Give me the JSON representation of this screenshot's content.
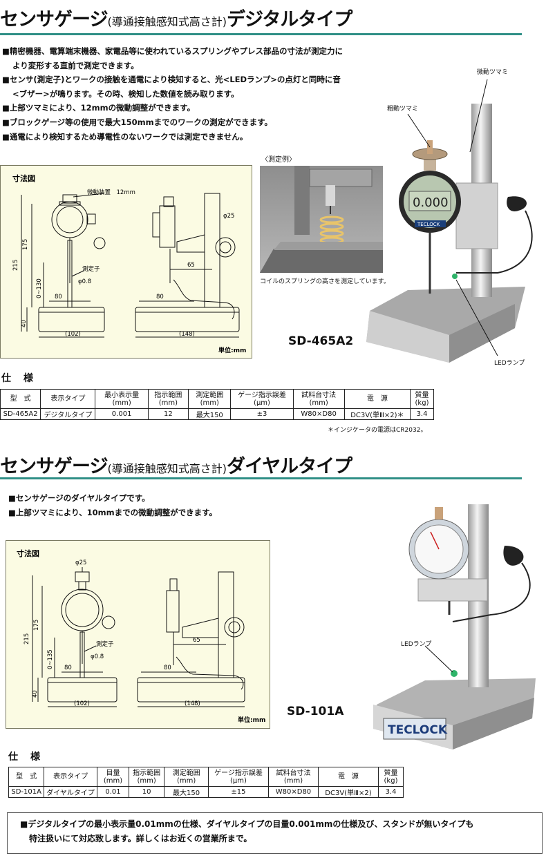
{
  "section1": {
    "title_main": "センサゲージ",
    "title_sub": "(導通接触感知式高さ計)",
    "title_type": "デジタルタイプ",
    "bullets": [
      "■精密機器、電算端末機器、家電品等に使われているスプリングやプレス部品の寸法が測定力に",
      "より変形する直前で測定できます。",
      "■センサ(測定子)とワークの接触を通電により検知すると、光<LEDランプ>の点灯と同時に音",
      "<ブザー>が鳴ります。その時、検知した数値を読み取ります。",
      "■上部ツマミにより、12mmの微動調整ができます。",
      "■ブロックゲージ等の使用で最大150mmまでのワークの測定ができます。",
      "■通電により検知するため導電性のないワークでは測定できません。"
    ],
    "diagram": {
      "label": "寸法図",
      "fine_adjust": "微動装置　12mm",
      "probe": "測定子",
      "probe_dia": "φ0.8",
      "col_dia": "φ25",
      "d175": "175",
      "d215": "215",
      "d0130": "0~130",
      "d40": "40",
      "d80a": "80",
      "d80b": "80",
      "d65": "65",
      "d102": "(102)",
      "d148": "(148)",
      "unit": "単位:mm"
    },
    "example": {
      "label": "〈測定例〉",
      "caption": "コイルのスプリングの高さを測定しています。"
    },
    "photo": {
      "fine_knob": "微動ツマミ",
      "coarse_knob": "粗動ツマミ",
      "led": "LEDランプ",
      "display": "0.000",
      "brand": "TECLOCK"
    },
    "model": "SD-465A2",
    "spec_title": "仕　様",
    "spec_headers": [
      "型　式",
      "表示タイプ",
      "最小表示量\n(mm)",
      "指示範囲\n(mm)",
      "測定範囲\n(mm)",
      "ゲージ指示誤差\n(μm)",
      "試料台寸法\n(mm)",
      "電　源",
      "質量\n(kg)"
    ],
    "spec_row": [
      "SD-465A2",
      "デジタルタイプ",
      "0.001",
      "12",
      "最大150",
      "±3",
      "W80×D80",
      "DC3V(単Ⅲ×2)＊",
      "3.4"
    ],
    "note": "＊インジケータの電源はCR2032。"
  },
  "section2": {
    "title_main": "センサゲージ",
    "title_sub": "(導通接触感知式高さ計)",
    "title_type": "ダイヤルタイプ",
    "bullets": [
      "■センサゲージのダイヤルタイプです。",
      "■上部ツマミにより、10mmまでの微動調整ができます。"
    ],
    "diagram": {
      "label": "寸法図",
      "col_dia": "φ25",
      "probe": "測定子",
      "probe_dia": "φ0.8",
      "d175": "175",
      "d215": "215",
      "d0135": "0~135",
      "d40": "40",
      "d80a": "80",
      "d80b": "80",
      "d65": "65",
      "d102": "(102)",
      "d148": "(148)",
      "unit": "単位:mm"
    },
    "photo": {
      "led": "LEDランプ",
      "brand": "TECLOCK"
    },
    "model": "SD-101A",
    "spec_title": "仕　様",
    "spec_headers": [
      "型　式",
      "表示タイプ",
      "目量\n(mm)",
      "指示範囲\n(mm)",
      "測定範囲\n(mm)",
      "ゲージ指示誤差\n(μm)",
      "試料台寸法\n(mm)",
      "電　源",
      "質量\n(kg)"
    ],
    "spec_row": [
      "SD-101A",
      "ダイヤルタイプ",
      "0.01",
      "10",
      "最大150",
      "±15",
      "W80×D80",
      "DC3V(単Ⅲ×2)",
      "3.4"
    ]
  },
  "footer": {
    "lines": [
      "■デジタルタイプの最小表示量0.01mmの仕様、ダイヤルタイプの目量0.001mmの仕様及び、スタンドが無いタイプも",
      "特注扱いにて対応致します。詳しくはお近くの営業所まで。"
    ]
  },
  "colors": {
    "rule": "#2f8f86",
    "panel": "#fbfbe3",
    "photo_gray": "#9a9a9a"
  }
}
